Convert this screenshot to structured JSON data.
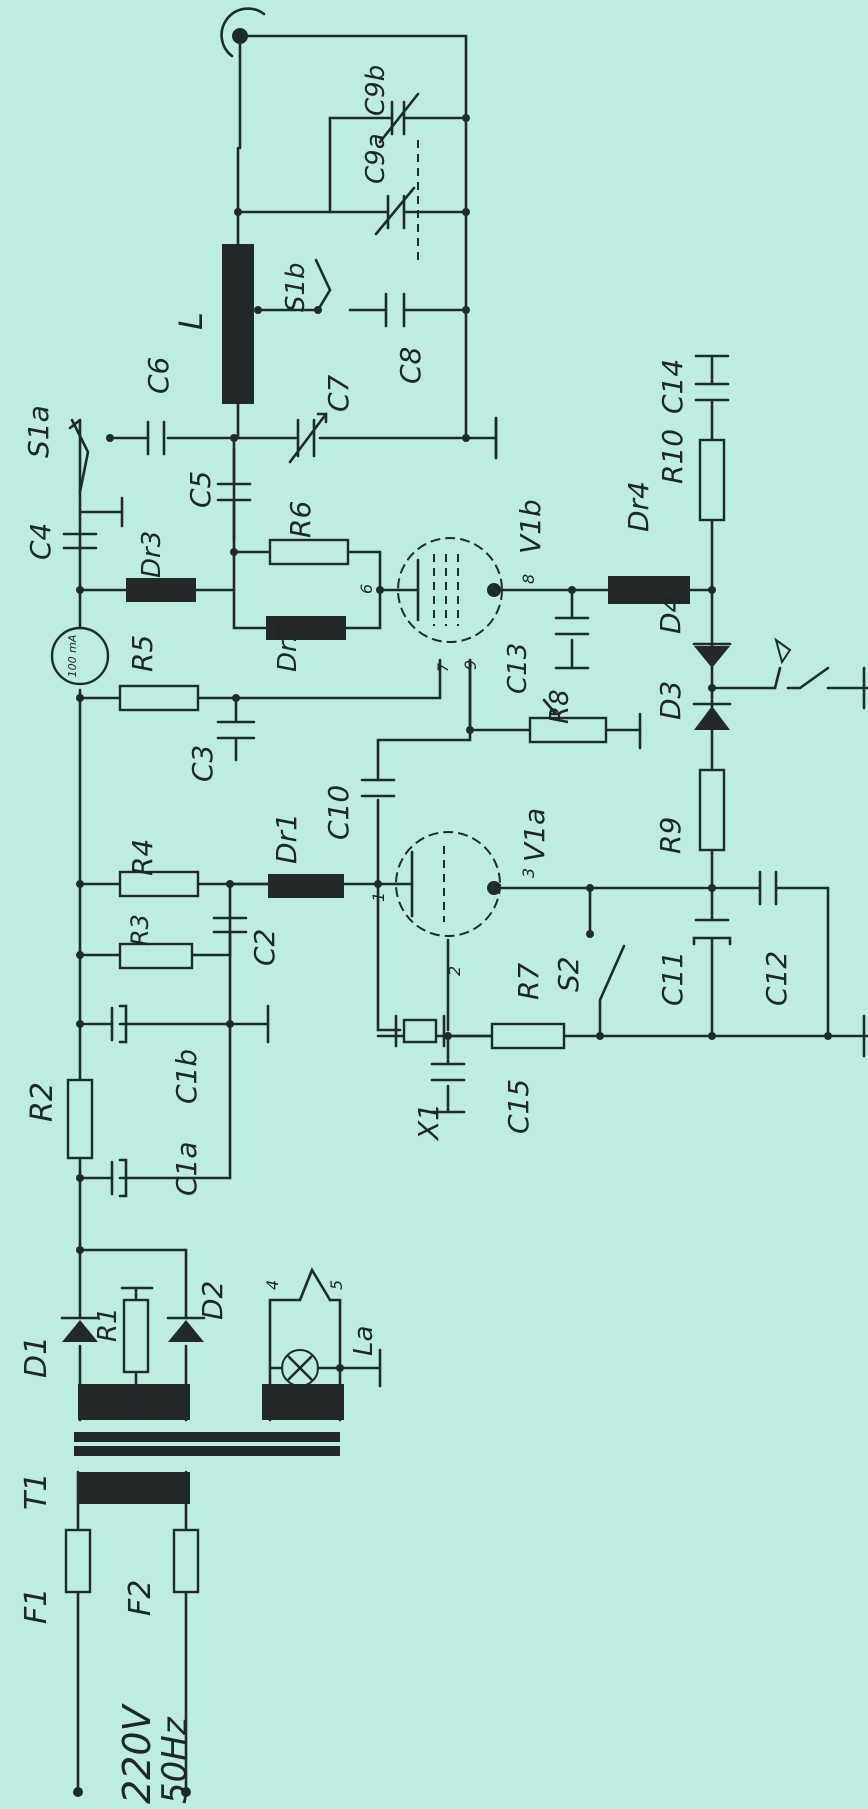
{
  "labels": {
    "f1": "F1",
    "f2": "F2",
    "t1": "T1",
    "d1": "D1",
    "d2": "D2",
    "r1": "R1",
    "la": "La",
    "pin4": "4",
    "pin5": "5",
    "r2": "R2",
    "c1a": "C1a",
    "c1b": "C1b",
    "r3": "R3",
    "r4": "R4",
    "c2": "C2",
    "dr1": "Dr1",
    "c10": "C10",
    "c3": "C3",
    "r5": "R5",
    "meter": "100 mA",
    "dr2": "Dr2",
    "dr3": "Dr3",
    "c4": "C4",
    "s1a": "S1a",
    "c5": "C5",
    "c6": "C6",
    "r6": "R6",
    "c7": "C7",
    "l": "L",
    "s1b": "S1b",
    "c8": "C8",
    "c9a": "C9a",
    "c9b": "C9b",
    "v1a": "V1a",
    "v1b": "V1b",
    "x1": "X1",
    "c15": "C15",
    "r7": "R7",
    "s2": "S2",
    "c11": "C11",
    "c12": "C12",
    "r9": "R9",
    "d3": "D3",
    "d4": "D4",
    "r8": "R8",
    "c13": "C13",
    "dr4": "Dr4",
    "r10": "R10",
    "c14": "C14",
    "p1": "1",
    "p2": "2",
    "p3": "3",
    "p6": "6",
    "p7": "7",
    "p8": "8",
    "p9": "9"
  },
  "mains": {
    "voltage": "220V",
    "frequency": "50Hz"
  }
}
